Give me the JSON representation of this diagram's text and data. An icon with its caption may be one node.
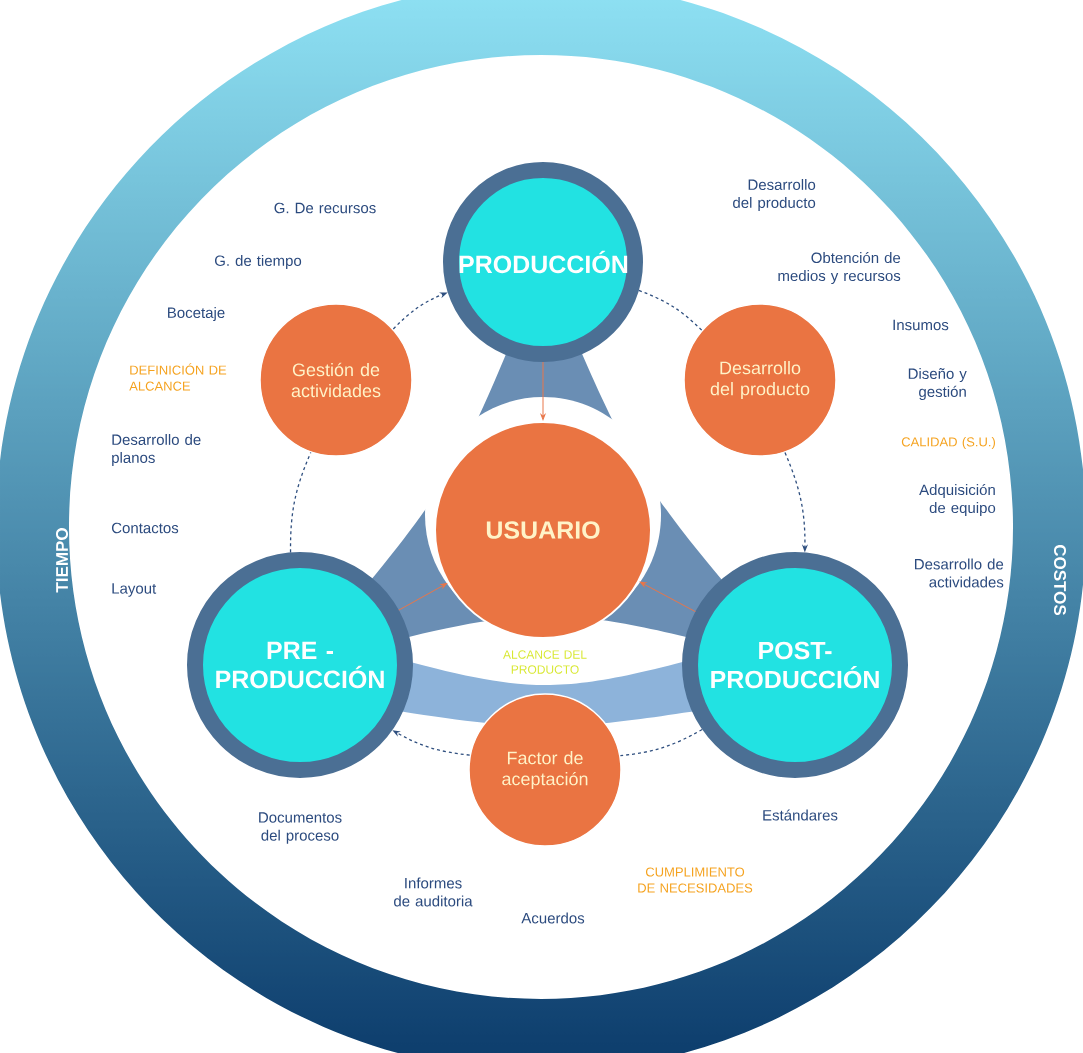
{
  "diagram": {
    "nodes": [
      {
        "text": [
          "PRODUCCIÓN"
        ]
      },
      {
        "text": [
          "Gestión de actividades"
        ]
      },
      {
        "text": [
          "Desarrollo del producto"
        ]
      },
      {
        "text": [
          "USUARIO"
        ]
      },
      {
        "text": [
          "PRE - PRODUCCIÓN"
        ]
      },
      {
        "text": [
          "POST- PRODUCCIÓN"
        ]
      },
      {
        "text": [
          "Factor de aceptación"
        ]
      }
    ],
    "edges": [
      {
        "from": 4,
        "to": 1,
        "arrow": "none",
        "style": "dashed"
      },
      {
        "from": 1,
        "to": 0,
        "arrow": "to",
        "style": "dashed"
      },
      {
        "from": 0,
        "to": 2,
        "arrow": "none",
        "style": "dashed"
      },
      {
        "from": 2,
        "to": 5,
        "arrow": "to",
        "style": "dashed"
      },
      {
        "from": 5,
        "to": 6,
        "arrow": "none",
        "style": "dashed"
      },
      {
        "from": 6,
        "to": 4,
        "arrow": "to",
        "style": "dashed"
      },
      {
        "from": 0,
        "to": 3,
        "arrow": "to",
        "color": "#e8764a"
      },
      {
        "from": 4,
        "to": 3,
        "arrow": "to",
        "color": "#e8764a"
      },
      {
        "from": 5,
        "to": 3,
        "arrow": "to",
        "color": "#e8764a"
      }
    ],
    "labels": [
      "TIEMPO",
      "COSTOS",
      "G. De recursos",
      "G. de tiempo",
      "Bocetaje",
      "DEFINICIÓN DE ALCANCE",
      "Desarrollo de planos",
      "Contactos",
      "Layout",
      "Desarrollo del producto",
      "Obtención de medios y recursos",
      "Insumos",
      "Diseño y gestión",
      "CALIDAD (S.U.)",
      "Adquisición de equipo",
      "Desarrollo de actividades",
      "ALCANCE DEL PRODUCTO",
      "Documentos del proceso",
      "Informes de auditoria",
      "Acuerdos",
      "Estándares",
      "CUMPLIMIENTO DE NECESIDADES"
    ]
  }
}
